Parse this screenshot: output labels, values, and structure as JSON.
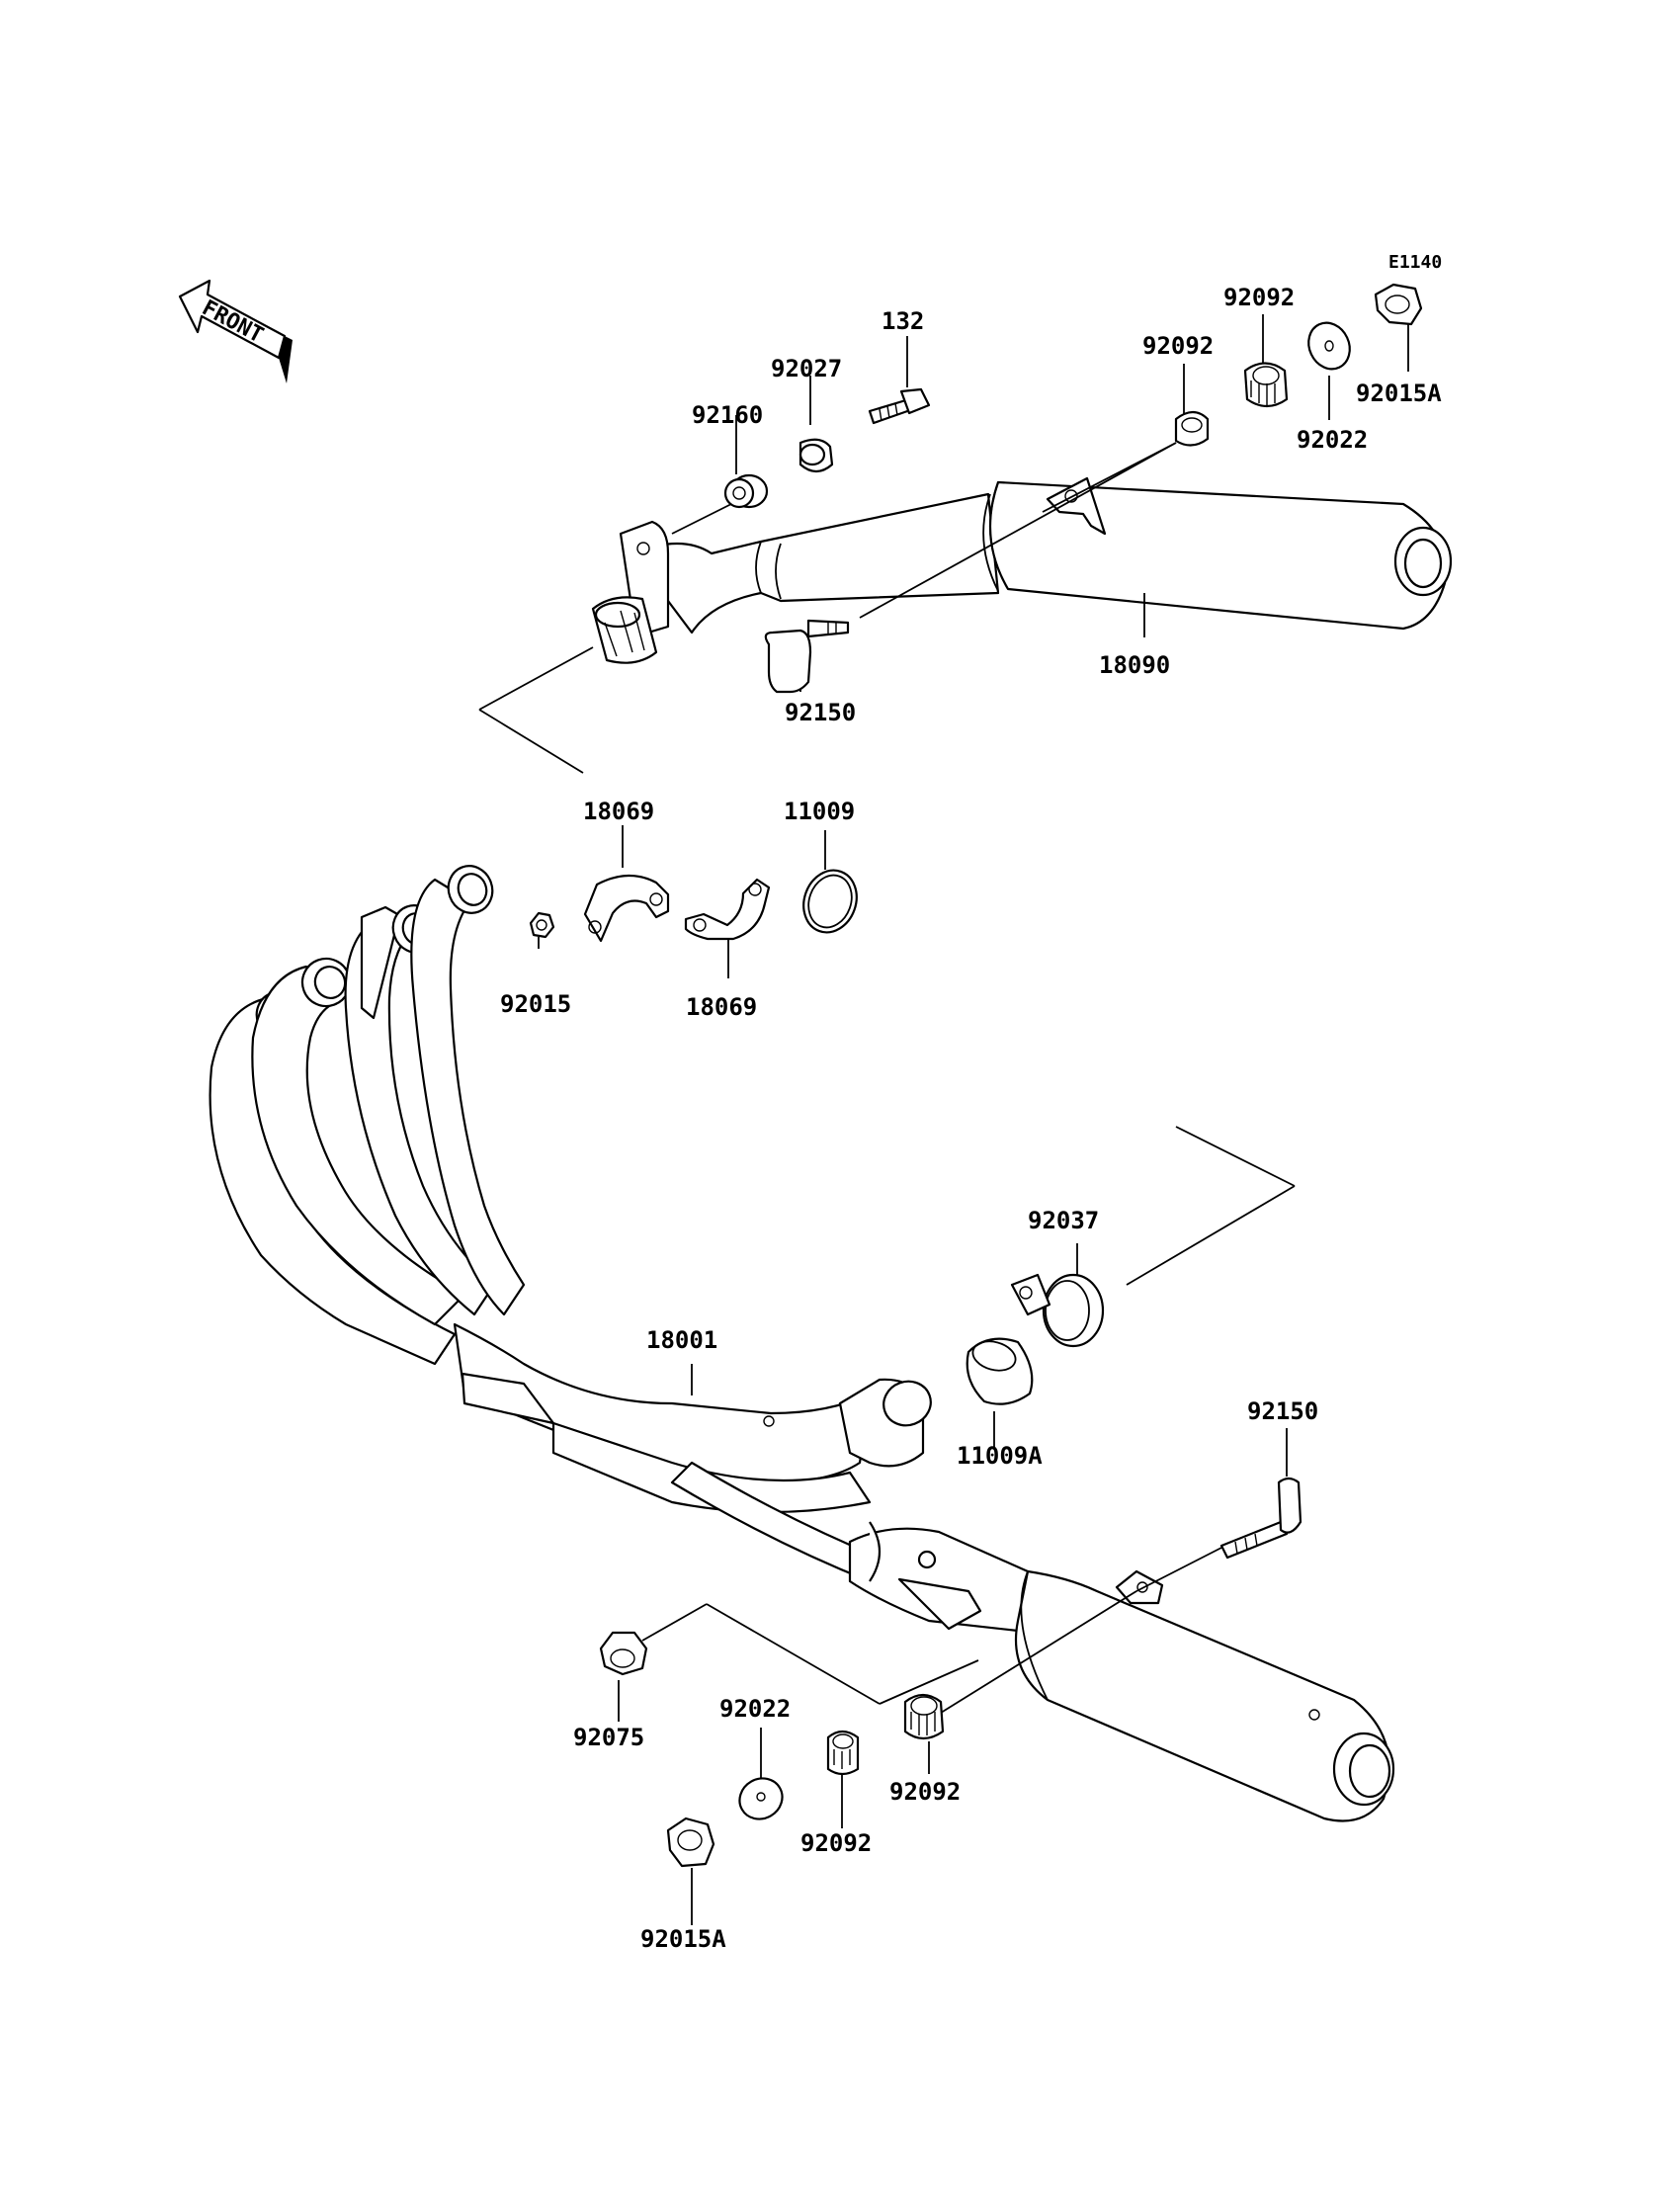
{
  "diagram": {
    "ref_code": "E1140",
    "front_label": "FRONT",
    "callouts": {
      "c_92092_top_r": "92092",
      "c_92015A_top": "92015A",
      "c_92022_top": "92022",
      "c_92092_top_l": "92092",
      "c_132": "132",
      "c_92027": "92027",
      "c_92160": "92160",
      "c_18090": "18090",
      "c_92150_top": "92150",
      "c_18069_top": "18069",
      "c_11009": "11009",
      "c_92015": "92015",
      "c_18069_bot": "18069",
      "c_92037": "92037",
      "c_18001": "18001",
      "c_11009A": "11009A",
      "c_92150_bot": "92150",
      "c_92075": "92075",
      "c_92022_bot": "92022",
      "c_92092_bot_m": "92092",
      "c_92092_bot_r": "92092",
      "c_92015A_bot": "92015A"
    }
  },
  "colors": {
    "line": "#000000",
    "background": "#ffffff"
  }
}
